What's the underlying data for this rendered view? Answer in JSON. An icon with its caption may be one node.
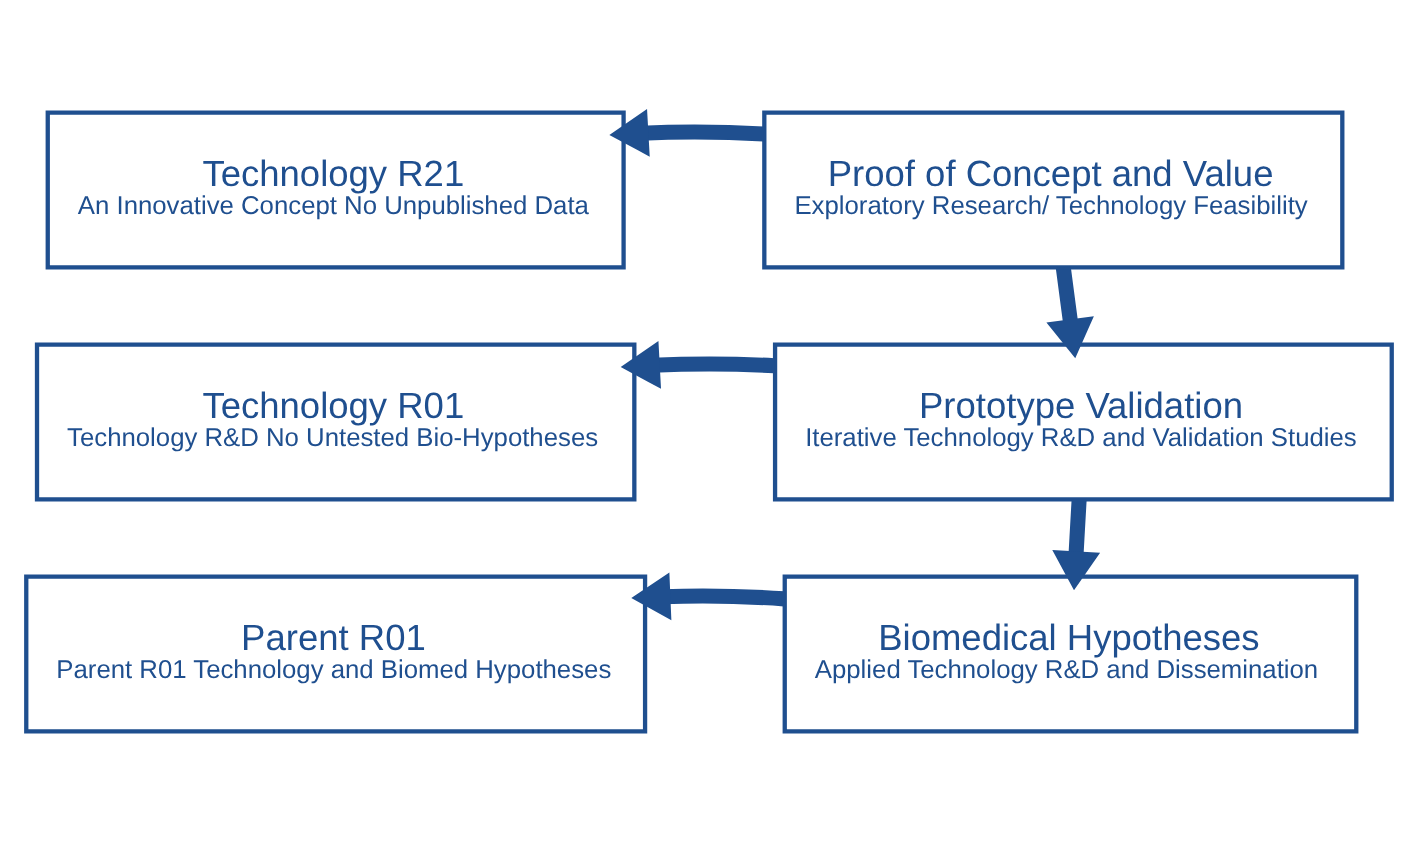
{
  "diagram": {
    "nodes": [
      {
        "text": [
          "Technology R21",
          "An Innovative Concept No Unpublished Data"
        ]
      },
      {
        "text": [
          "Proof of Concept and Value",
          "Exploratory Research/ Technology Feasibility"
        ]
      },
      {
        "text": [
          "Technology R01",
          "Technology R&D No Untested Bio-Hypotheses"
        ]
      },
      {
        "text": [
          "Prototype Validation",
          "Iterative Technology R&D and Validation Studies"
        ]
      },
      {
        "text": [
          "Parent R01",
          "Parent R01 Technology and Biomed Hypotheses"
        ]
      },
      {
        "text": [
          "Biomedical Hypotheses",
          "Applied Technology R&D and Dissemination"
        ]
      }
    ],
    "edges": [
      {
        "from": 1,
        "to": 0,
        "arrow": "to"
      },
      {
        "from": 1,
        "to": 3,
        "arrow": "to"
      },
      {
        "from": 3,
        "to": 2,
        "arrow": "to"
      },
      {
        "from": 3,
        "to": 5,
        "arrow": "to"
      },
      {
        "from": 5,
        "to": 4,
        "arrow": "to"
      }
    ]
  }
}
